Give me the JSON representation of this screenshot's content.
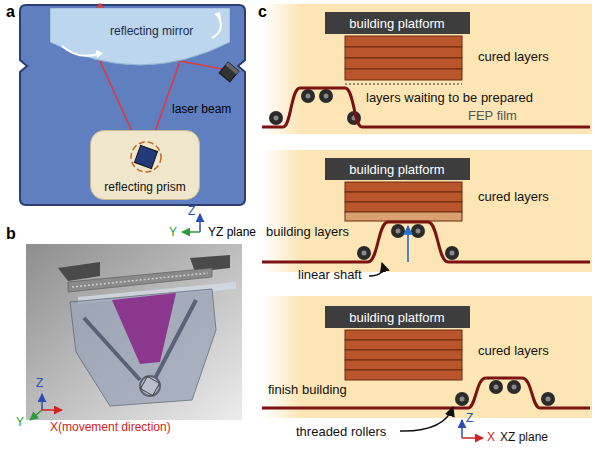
{
  "diagram": {
    "nodes": [
      {
        "text": [
          "reflecting mirror"
        ]
      },
      {
        "text": [
          "reflecting prism"
        ]
      },
      {
        "text": [
          "building platform"
        ]
      },
      {
        "text": [
          "building platform"
        ]
      },
      {
        "text": [
          "building platform"
        ]
      }
    ],
    "labels": [
      "a",
      "b",
      "c",
      "Z",
      "Y",
      "YZ plane",
      "laser beam",
      "Z",
      "Y",
      "X(movement direction)",
      "cured layers",
      "layers waiting to be prepared",
      "FEP film",
      "cured layers",
      "building layers",
      "linear shaft",
      "cured layers",
      "finish building",
      "threaded rollers",
      "Z",
      "X",
      "XZ plane"
    ]
  }
}
